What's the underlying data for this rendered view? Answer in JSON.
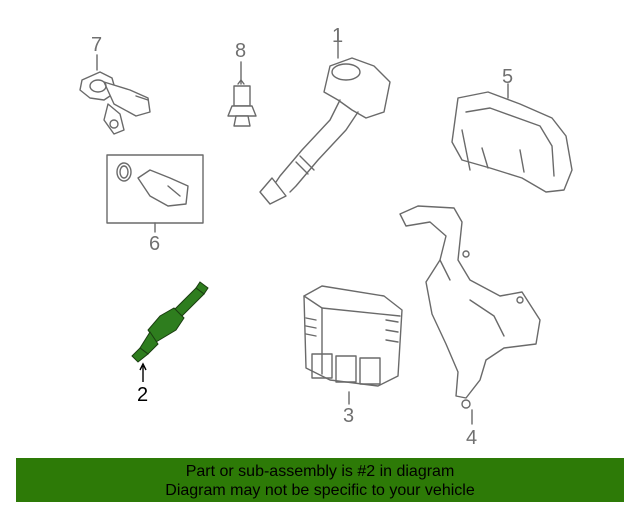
{
  "callouts": {
    "c1": "1",
    "c2": "2",
    "c3": "3",
    "c4": "4",
    "c5": "5",
    "c6": "6",
    "c7": "7",
    "c8": "8"
  },
  "highlighted_part": "2",
  "banner": {
    "line1": "Part or sub-assembly is #2 in diagram",
    "line2": "Diagram may not be specific to your vehicle"
  },
  "colors": {
    "banner_bg": "#2d7a07",
    "highlight": "#2e7d1e",
    "line_art": "#6a6a6a",
    "callout_text": "#707070"
  }
}
